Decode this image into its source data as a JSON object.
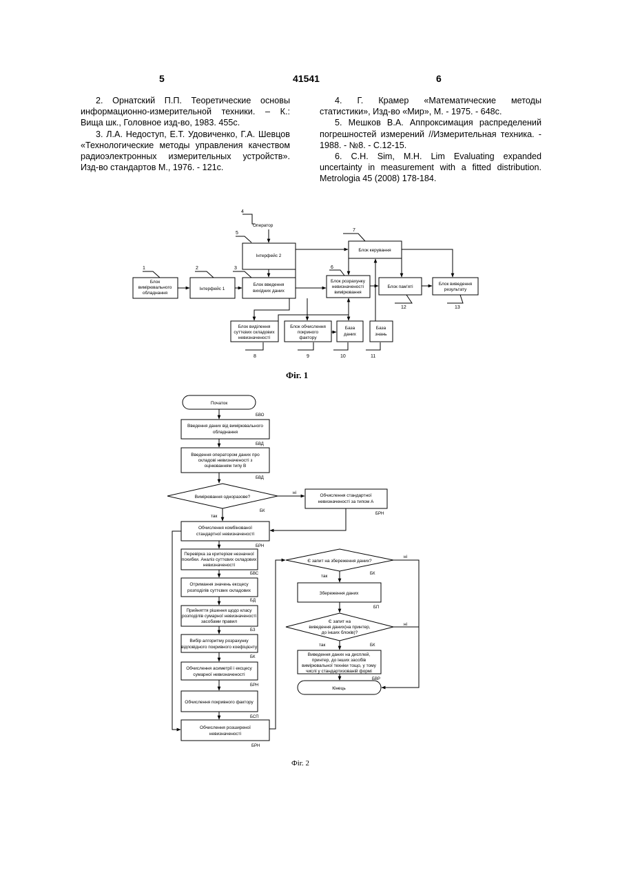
{
  "header": {
    "left_page": "5",
    "patent_number": "41541",
    "right_page": "6"
  },
  "references_left": [
    "2. Орнатский П.П. Теоретические основы информационно-измерительной техники. – К.: Вища шк., Головное изд-во, 1983. 455с.",
    "3. Л.А. Недоступ, Е.Т. Удовиченко, Г.А. Шевцов «Технологические методы управления качеством радиоэлектронных измерительных устройств». Изд-во стандартов М., 1976. - 121с."
  ],
  "references_right": [
    "4. Г. Крамер «Математические методы статистики», Изд-во «Мир», М. - 1975. - 648с.",
    "5. Мешков В.А. Аппроксимация распределений погрешностей измерений //Измерительная техника. - 1988. - №8. - С.12-15.",
    "6. C.H. Sim, M.H. Lim Evaluating expanded uncertainty in measurement with a fitted distribution. Metrologia 45 (2008) 178-184."
  ],
  "fig1": {
    "caption": "Фіг. 1",
    "operator": "Оператор",
    "interface2": "Інтерфейс 2",
    "measuring_block": [
      "Блок",
      "вимірювального",
      "обладнання"
    ],
    "interface1": "Інтерфейс 1",
    "input_block": [
      "Блок введення",
      "вихідних даних"
    ],
    "control_block": "Блок керування",
    "calc_uncertainty": [
      "Блок розрахунку",
      "невизначеності",
      "вимірювання"
    ],
    "memory_block": "Блок пам'яті",
    "output_block": [
      "Блок виведення",
      "результату"
    ],
    "selection_block": [
      "Блок виділення",
      "суттєвих складових",
      "невизначеності"
    ],
    "coverage_block": [
      "Блок обчислення",
      "покриного",
      "фактору"
    ],
    "database": [
      "База",
      "даних"
    ],
    "knowledge_base": [
      "База",
      "знань"
    ],
    "numbers": [
      "1",
      "2",
      "3",
      "4",
      "5",
      "6",
      "7",
      "8",
      "9",
      "10",
      "11",
      "12",
      "13"
    ]
  },
  "fig2": {
    "caption": "Фіг. 2",
    "start": "Початок",
    "s1": [
      "Введення даних від вимірювального",
      "обладнання"
    ],
    "s2": [
      "Введення оператором даних про",
      "складові невизначеності з",
      "оцінюванням типу В"
    ],
    "d1": "Вимірювання одноразове?",
    "no": "ні",
    "yes": "так",
    "typeA": [
      "Обчислення стандартної",
      "невизначеності за типом А"
    ],
    "combined": [
      "Обчислення комбінованої",
      "стандартної невизначеності"
    ],
    "check": [
      "Перевірка за критерієм незначної",
      "похибки. Аналіз суттєвих складових",
      "невизначеності"
    ],
    "excess": [
      "Отримання значень ексцесу",
      "розподілів суттєвих складових"
    ],
    "decision": [
      "Прийняття рішення щодо класу",
      "розподілів сумарної невизначеності",
      "засобами правил"
    ],
    "algorithm": [
      "Вибір алгоритму розрахунку",
      "відповідного покривного коефіцієнту"
    ],
    "asymmetry": [
      "Обчислення асиметрії і ексцесу",
      "сумарної невизначеності"
    ],
    "coverage": "Обчислення покривного фактору",
    "expanded": [
      "Обчислення розширеної",
      "невизначеності"
    ],
    "d2": "Є запит на збереження даних?",
    "save": "Збереження даних",
    "d3": [
      "Є запит на",
      "виведення даних(на принтер,",
      "до інших блоків)?"
    ],
    "output": [
      "Виведення даних на дисплей,",
      "принтер, до інших засобів",
      "вимірювальної техніки тощо, у тому",
      "числі у стандартизованій формі"
    ],
    "end": "Кінець",
    "labels": {
      "bvo": "БВО",
      "bvd1": "БВД",
      "bvd2": "БВД",
      "bk1": "БК",
      "brn_a": "БРН",
      "brn1": "БРН",
      "bvs": "БВС",
      "bd": "БД",
      "bz": "БЗ",
      "bk2": "БК",
      "brn2": "БРН",
      "bsp": "БСП",
      "brn3": "БРН",
      "bk3": "БК",
      "bp": "БП",
      "bk4": "БК",
      "bvr": "БВР"
    }
  }
}
